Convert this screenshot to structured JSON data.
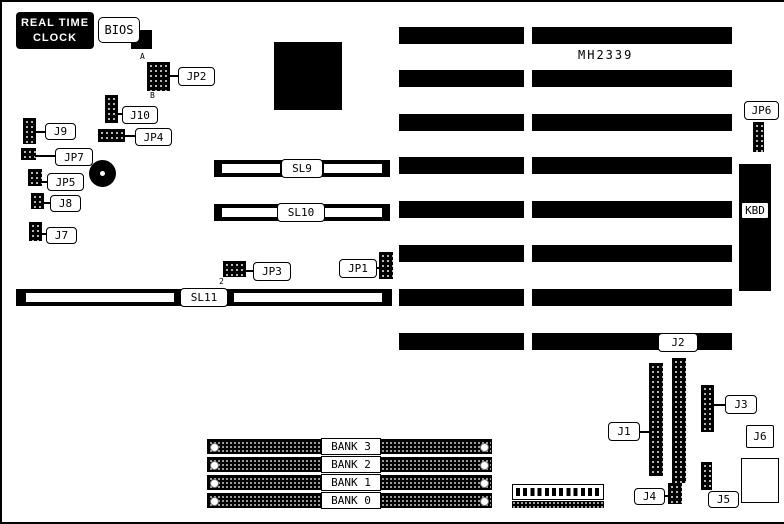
{
  "board": {
    "rtc_label": "REAL TIME CLOCK",
    "bios_label": "BIOS",
    "chip_label": "MH2339"
  },
  "connectors": {
    "jp1": "JP1",
    "jp2": "JP2",
    "jp3": "JP3",
    "jp4": "JP4",
    "jp5": "JP5",
    "jp6": "JP6",
    "jp7": "JP7",
    "j1": "J1",
    "j2": "J2",
    "j3": "J3",
    "j4": "J4",
    "j5": "J5",
    "j6": "J6",
    "j7": "J7",
    "j8": "J8",
    "j9": "J9",
    "j10": "J10",
    "kbd": "KBD",
    "sl9": "SL9",
    "sl10": "SL10",
    "sl11": "SL11"
  },
  "memory_banks": [
    "BANK 3",
    "BANK 2",
    "BANK 1",
    "BANK 0"
  ],
  "pin_markers": {
    "a": "A",
    "b": "B",
    "two": "2"
  }
}
